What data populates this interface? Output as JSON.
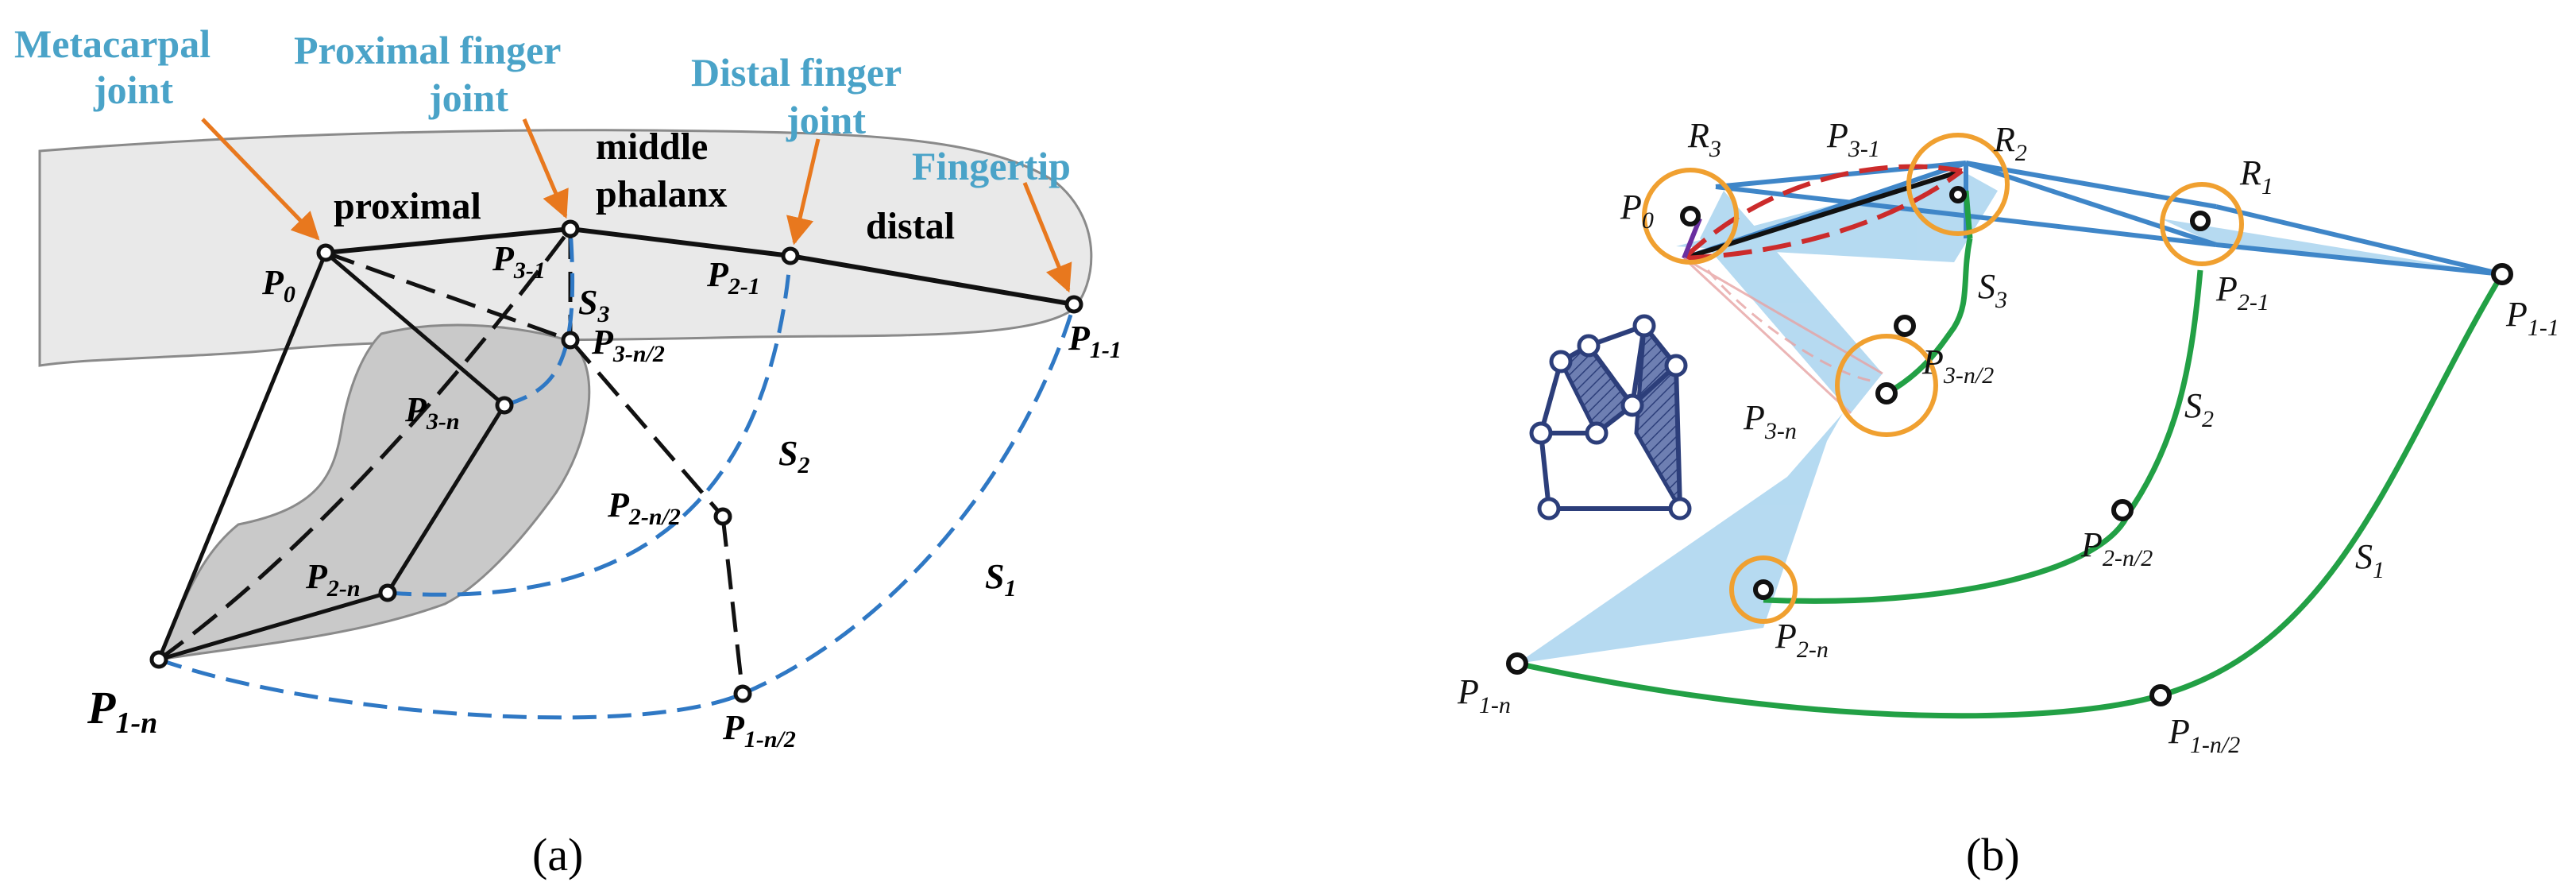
{
  "panel_a": {
    "caption": "(a)",
    "annotations": {
      "metacarpal": [
        "Metacarpal",
        "joint"
      ],
      "proximal": [
        "Proximal finger",
        "joint"
      ],
      "distal": [
        "Distal finger",
        "joint"
      ],
      "fingertip": "Fingertip"
    },
    "segments": {
      "proximal": "proximal",
      "middle": [
        "middle",
        "phalanx"
      ],
      "distal": "distal"
    },
    "points": {
      "P0": {
        "main": "P",
        "sub": "0"
      },
      "P3_1": {
        "main": "P",
        "sub": "3-1"
      },
      "P2_1": {
        "main": "P",
        "sub": "2-1"
      },
      "P1_1": {
        "main": "P",
        "sub": "1-1"
      },
      "P3_n2": {
        "main": "P",
        "sub": "3-n/2"
      },
      "P3_n": {
        "main": "P",
        "sub": "3-n"
      },
      "P2_n2": {
        "main": "P",
        "sub": "2-n/2"
      },
      "P2_n": {
        "main": "P",
        "sub": "2-n"
      },
      "P1_n": {
        "main": "P",
        "sub": "1-n"
      },
      "P1_n2": {
        "main": "P",
        "sub": "1-n/2"
      }
    },
    "curves": {
      "S1": {
        "main": "S",
        "sub": "1"
      },
      "S2": {
        "main": "S",
        "sub": "2"
      },
      "S3": {
        "main": "S",
        "sub": "3"
      }
    }
  },
  "panel_b": {
    "caption": "(b)",
    "points": {
      "R3": {
        "main": "R",
        "sub": "3"
      },
      "P3_1": {
        "main": "P",
        "sub": "3-1"
      },
      "R2": {
        "main": "R",
        "sub": "2"
      },
      "R1": {
        "main": "R",
        "sub": "1"
      },
      "P0": {
        "main": "P",
        "sub": "0"
      },
      "P2_1": {
        "main": "P",
        "sub": "2-1"
      },
      "P1_1": {
        "main": "P",
        "sub": "1-1"
      },
      "P3_n2": {
        "main": "P",
        "sub": "3-n/2"
      },
      "P3_n": {
        "main": "P",
        "sub": "3-n"
      },
      "P2_n2": {
        "main": "P",
        "sub": "2-n/2"
      },
      "P2_n": {
        "main": "P",
        "sub": "2-n"
      },
      "P1_n": {
        "main": "P",
        "sub": "1-n"
      },
      "P1_n2": {
        "main": "P",
        "sub": "1-n/2"
      }
    },
    "curves": {
      "S1": {
        "main": "S",
        "sub": "1"
      },
      "S2": {
        "main": "S",
        "sub": "2"
      },
      "S3": {
        "main": "S",
        "sub": "3"
      }
    }
  },
  "colors": {
    "annotation_text": "#4aa3c8",
    "arrow": "#e8781e",
    "dashed_curve": "#2f78c4",
    "green_curve": "#22a045",
    "link_blue": "#3f86c8",
    "fill_blue": "#a9d4ef",
    "red_link": "#cc2b2b",
    "orange_circle": "#f0a030",
    "finger_fill": "#e9e9e9",
    "palm_fill": "#c9c9c9",
    "mechanism": "#2c3e7a"
  }
}
